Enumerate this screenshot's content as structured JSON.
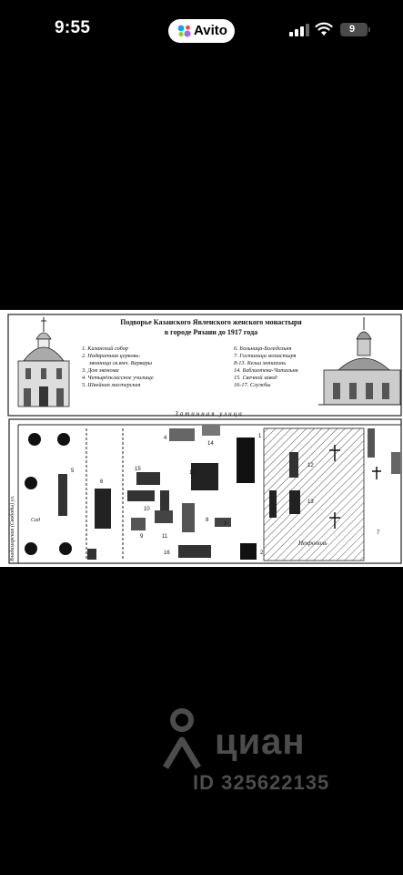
{
  "status_bar": {
    "time": "9:55",
    "app_badge": "Avito",
    "battery": "9",
    "icons": [
      "signal-icon",
      "wifi-icon",
      "battery-icon"
    ]
  },
  "photo": {
    "title_line1": "Подворье Казанского Явленского женского монастыря",
    "title_line2": "в городе Рязани до 1917 года",
    "legend_left": [
      "1. Казанский собор",
      "2. Надвратная церковь-",
      "звонница св.вмч. Варвары",
      "3. Дом эконома",
      "4. Четырёхклассное училище",
      "5. Швейная мастерская"
    ],
    "legend_right": [
      "6. Больница-Богадельня",
      "7. Гостиница монастыря",
      "8-13. Кельи монахинь",
      "14. Библиотека-Читальня",
      "15. Свечной завод",
      "16-17. Службы"
    ],
    "street_top": "Затинная улица",
    "street_left": "Владимирская (Свободы) ул.",
    "label_garden": "Сад",
    "label_necropolis": "Некрополь",
    "numbers": [
      "1",
      "2",
      "3",
      "4",
      "5",
      "6",
      "7",
      "8",
      "9",
      "10",
      "11",
      "12",
      "13",
      "14",
      "15",
      "16",
      "17"
    ]
  },
  "watermark": {
    "brand": "циан",
    "id": "ID 325622135"
  },
  "colors": {
    "background": "#000000",
    "pill": "#ffffff",
    "battery": "#4a4a4a"
  }
}
